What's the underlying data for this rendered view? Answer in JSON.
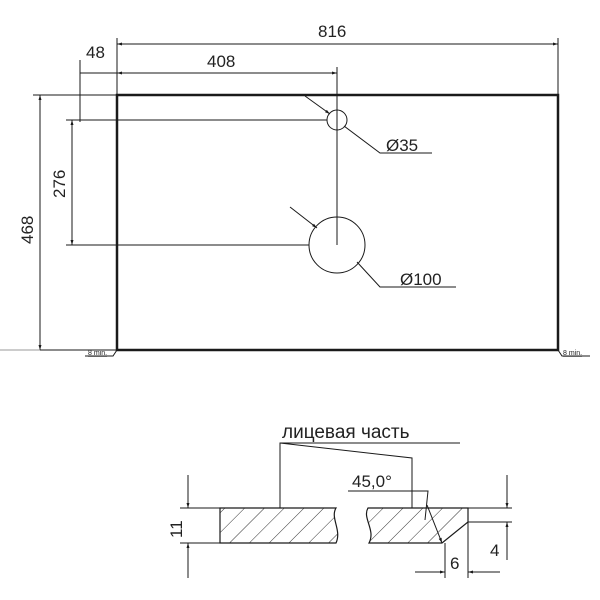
{
  "plan": {
    "width_label": "816",
    "hole_offset_x_label": "408",
    "edge_offset_label": "48",
    "hole_spacing_label": "276",
    "depth_label": "468",
    "small_hole_label": "Ø35",
    "large_hole_label": "Ø100",
    "corner_left_label": "8 min.",
    "corner_right_label": "8 min."
  },
  "section": {
    "face_label": "лицевая часть",
    "angle_label": "45,0°",
    "thickness_label": "11",
    "chamfer_width_label": "6",
    "chamfer_height_label": "4"
  },
  "colors": {
    "line": "#1a1a1a"
  }
}
